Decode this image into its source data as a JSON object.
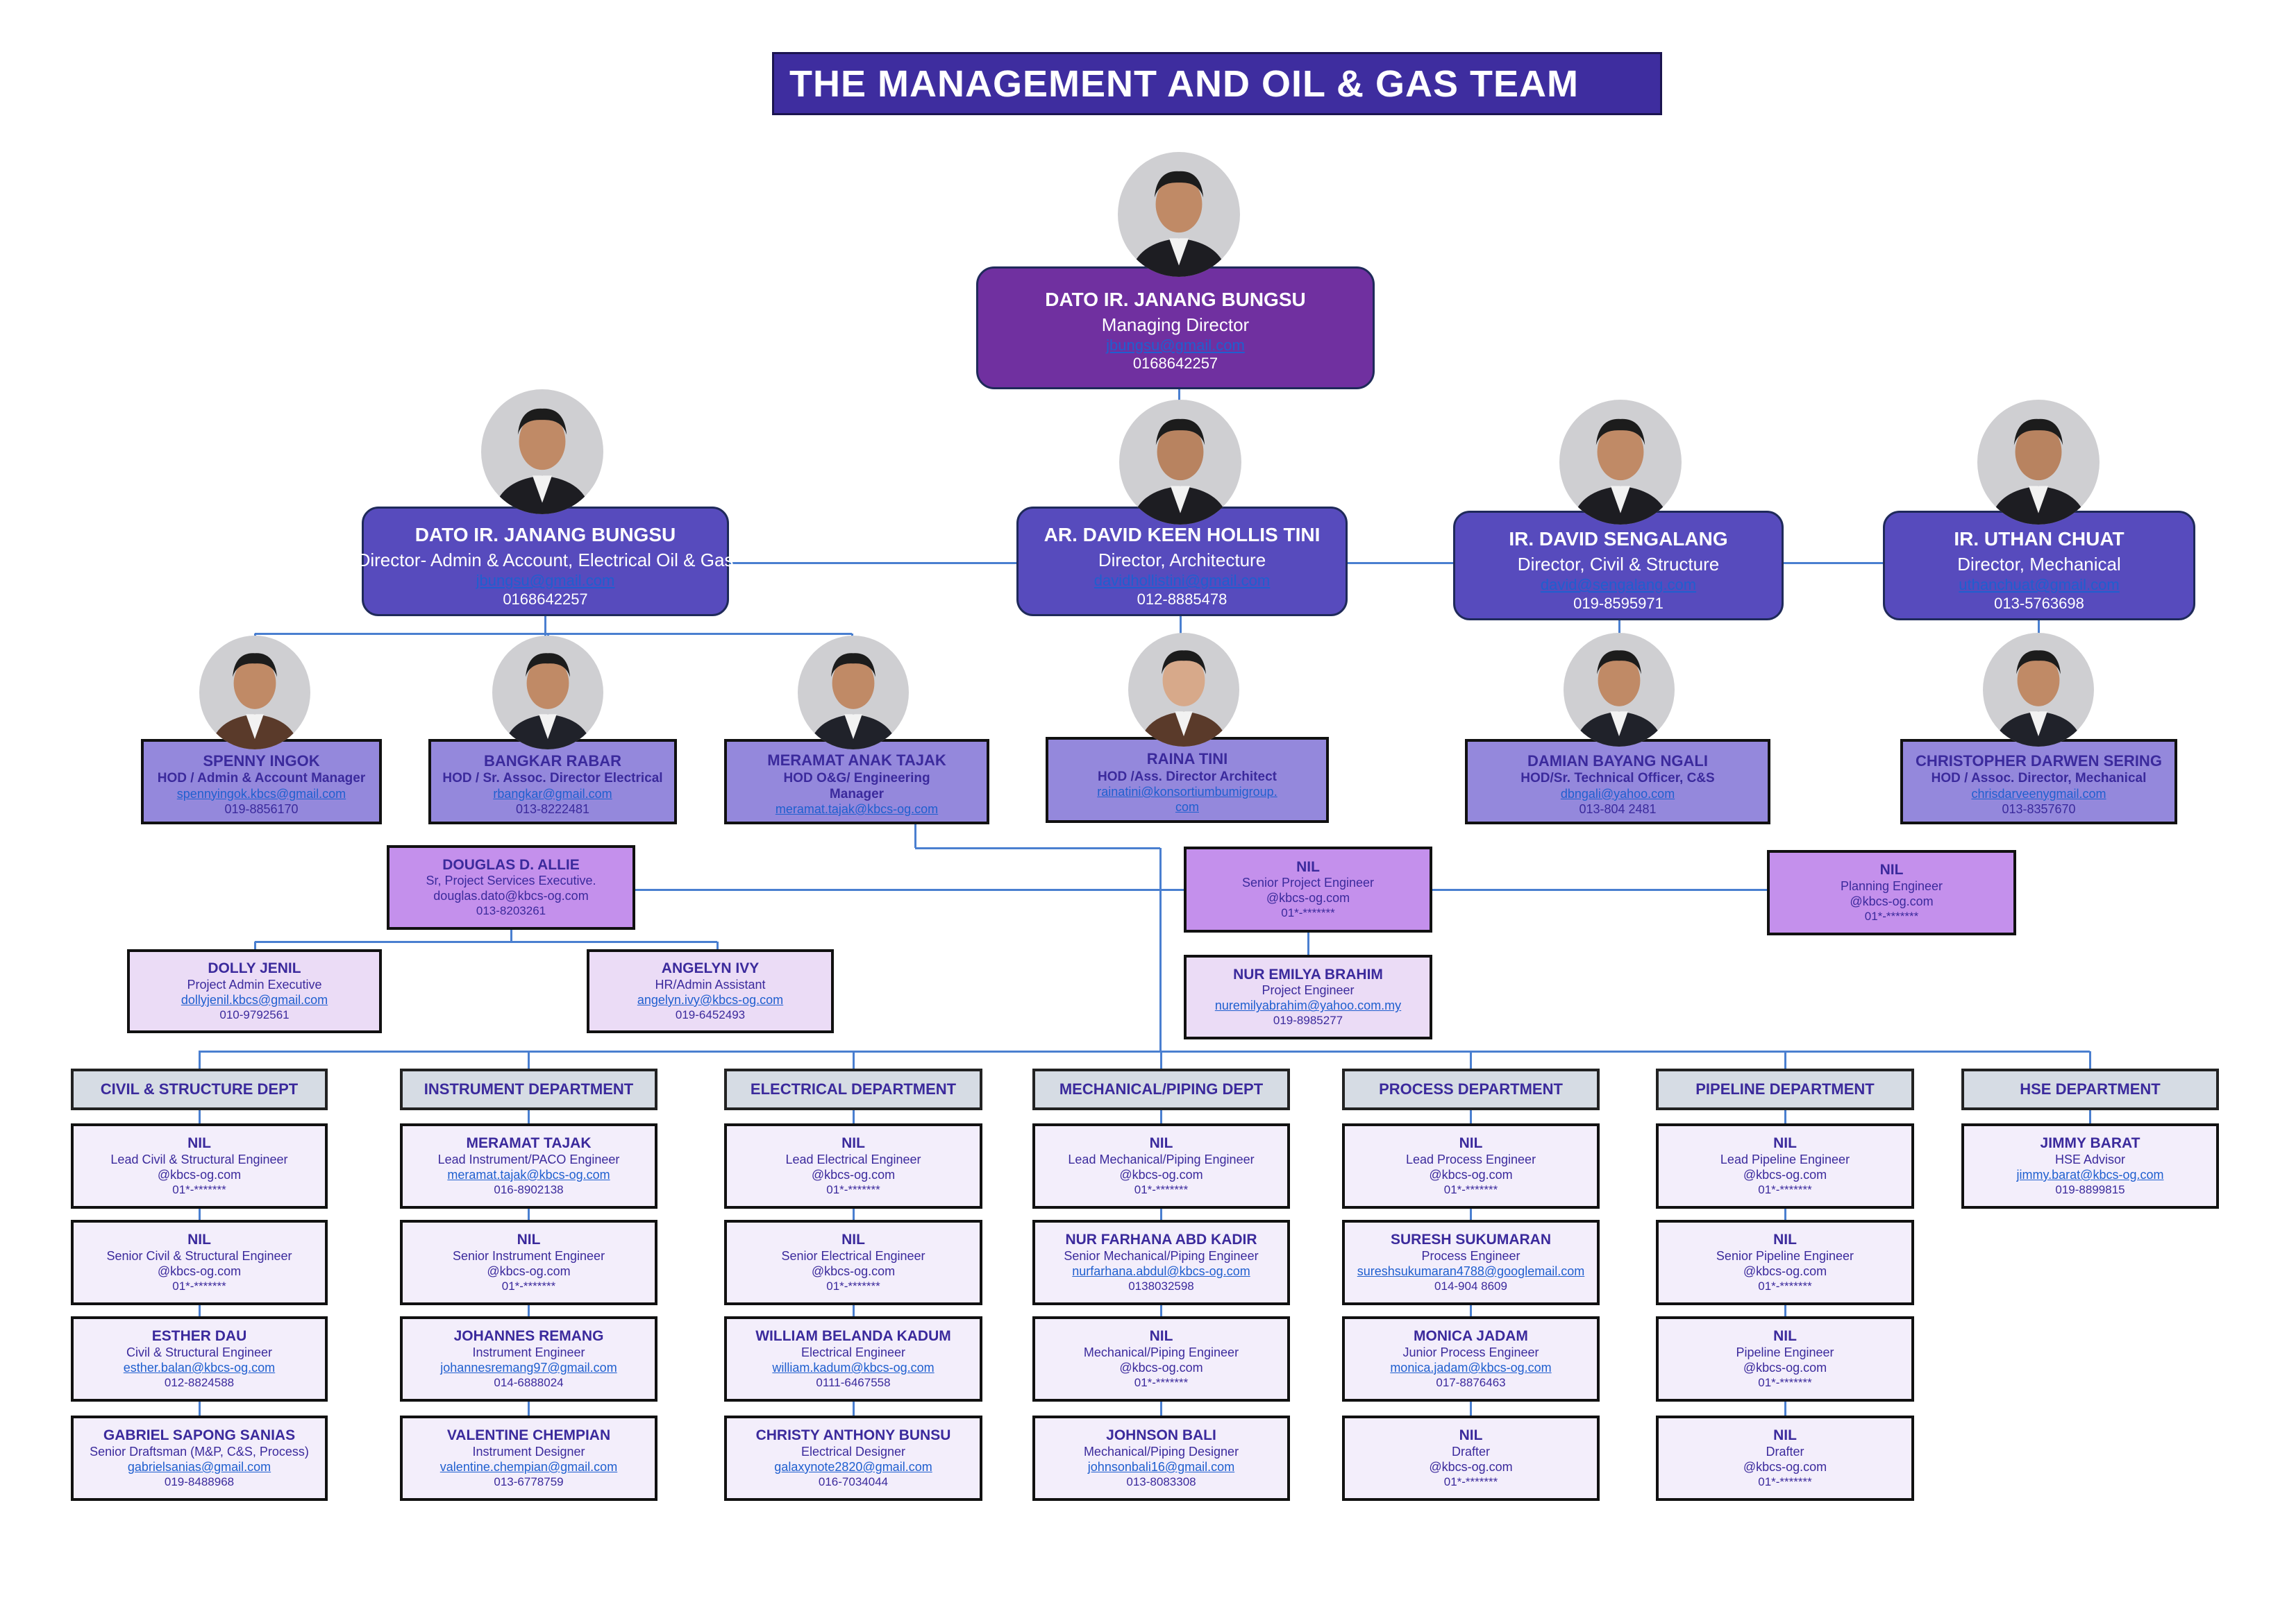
{
  "title": "THE MANAGEMENT AND OIL & GAS TEAM",
  "managing_director": {
    "name": "DATO IR. JANANG BUNGSU",
    "role": "Managing Director",
    "email": "jbungsu@gmail.com",
    "phone": "0168642257"
  },
  "directors": [
    {
      "name": "DATO IR. JANANG BUNGSU",
      "role": "Director- Admin & Account, Electrical Oil & Gas",
      "email": "jbungsu@gmail.com",
      "phone": "0168642257"
    },
    {
      "name": "AR. DAVID KEEN HOLLIS TINI",
      "role": "Director,  Architecture",
      "email": "davidhollistini@gmail.com",
      "phone": "012-8885478"
    },
    {
      "name": "IR. DAVID SENGALANG",
      "role": "Director,  Civil & Structure",
      "email": "david@sengalang.com",
      "phone": "019-8595971"
    },
    {
      "name": "IR. UTHAN CHUAT",
      "role": "Director,  Mechanical",
      "email": "uthanchuat@gmail.com",
      "phone": "013-5763698"
    }
  ],
  "hods": [
    {
      "name": "SPENNY INGOK",
      "role": "HOD / Admin & Account Manager",
      "email": "spennyingok.kbcs@gmail.com",
      "phone": "019-8856170"
    },
    {
      "name": "BANGKAR RABAR",
      "role": "HOD / Sr. Assoc. Director Electrical",
      "email": "rbangkar@gmail.com",
      "phone": "013-8222481"
    },
    {
      "name": "MERAMAT ANAK TAJAK",
      "role": "HOD O&G/ Engineering",
      "role2": "Manager",
      "email": "meramat.tajak@kbcs-og.com"
    },
    {
      "name": "RAINA TINI",
      "role": "HOD /Ass. Director Architect",
      "email": "rainatini@konsortiumbumigroup.",
      "email2": "com"
    },
    {
      "name": "DAMIAN BAYANG NGALI",
      "role": "HOD/Sr. Technical Officer, C&S",
      "email": "dbngali@yahoo.com",
      "phone": "013-804 2481"
    },
    {
      "name": "CHRISTOPHER DARWEN SERING",
      "role": "HOD / Assoc. Director, Mechanical",
      "email": "chrisdarveenygmail.com",
      "phone": "013-8357670"
    }
  ],
  "project_services": {
    "name": "DOUGLAS D. ALLIE",
    "role": "Sr, Project Services Executive.",
    "email": "douglas.dato@kbcs-og.com",
    "phone": "013-8203261"
  },
  "admin_staff": [
    {
      "name": "DOLLY JENIL",
      "role": "Project Admin Executive",
      "email": "dollyjenil.kbcs@gmail.com",
      "phone": "010-9792561"
    },
    {
      "name": "ANGELYN IVY",
      "role": "HR/Admin Assistant",
      "email": "angelyn.ivy@kbcs-og.com",
      "phone": "019-6452493"
    }
  ],
  "project_team": [
    {
      "name": "NIL",
      "role": "Senior Project Engineer",
      "email": "@kbcs-og.com",
      "phone": "01*-*******"
    },
    {
      "name": "NUR EMILYA BRAHIM",
      "role": "Project Engineer",
      "email": "nuremilyabrahim@yahoo.com.my",
      "phone": "019-8985277"
    },
    {
      "name": "NIL",
      "role": "Planning Engineer",
      "email": "@kbcs-og.com",
      "phone": "01*-*******"
    }
  ],
  "departments": [
    {
      "name": "CIVIL & STRUCTURE DEPT",
      "members": [
        {
          "name": "NIL",
          "role": "Lead Civil & Structural Engineer",
          "email": "@kbcs-og.com",
          "phone": "01*-*******"
        },
        {
          "name": "NIL",
          "role": "Senior Civil & Structural Engineer",
          "email": "@kbcs-og.com",
          "phone": "01*-*******"
        },
        {
          "name": "ESTHER DAU",
          "role": "Civil & Structural Engineer",
          "email": "esther.balan@kbcs-og.com",
          "phone": "012-8824588"
        },
        {
          "name": "GABRIEL SAPONG SANIAS",
          "role": "Senior Draftsman (M&P, C&S, Process)",
          "email": "gabrielsanias@gmail.com",
          "phone": "019-8488968"
        }
      ]
    },
    {
      "name": "INSTRUMENT DEPARTMENT",
      "members": [
        {
          "name": "MERAMAT TAJAK",
          "role": "Lead Instrument/PACO Engineer",
          "email": "meramat.tajak@kbcs-og.com",
          "phone": "016-8902138"
        },
        {
          "name": "NIL",
          "role": "Senior Instrument Engineer",
          "email": "@kbcs-og.com",
          "phone": "01*-*******"
        },
        {
          "name": "JOHANNES REMANG",
          "role": "Instrument Engineer",
          "email": "johannesremang97@gmail.com",
          "phone": "014-6888024"
        },
        {
          "name": "VALENTINE CHEMPIAN",
          "role": "Instrument Designer",
          "email": "valentine.chempian@gmail.com",
          "phone": "013-6778759"
        }
      ]
    },
    {
      "name": "ELECTRICAL DEPARTMENT",
      "members": [
        {
          "name": "NIL",
          "role": "Lead Electrical Engineer",
          "email": "@kbcs-og.com",
          "phone": "01*-*******"
        },
        {
          "name": "NIL",
          "role": "Senior Electrical Engineer",
          "email": "@kbcs-og.com",
          "phone": "01*-*******"
        },
        {
          "name": "WILLIAM BELANDA KADUM",
          "role": "Electrical Engineer",
          "email": "william.kadum@kbcs-og.com",
          "phone": "0111-6467558"
        },
        {
          "name": "CHRISTY ANTHONY BUNSU",
          "role": "Electrical Designer",
          "email": "galaxynote2820@gmail.com",
          "phone": "016-7034044"
        }
      ]
    },
    {
      "name": "MECHANICAL/PIPING DEPT",
      "members": [
        {
          "name": "NIL",
          "role": "Lead Mechanical/Piping Engineer",
          "email": "@kbcs-og.com",
          "phone": "01*-*******"
        },
        {
          "name": "NUR FARHANA ABD KADIR",
          "role": "Senior Mechanical/Piping Engineer",
          "email": "nurfarhana.abdul@kbcs-og.com",
          "phone": "0138032598"
        },
        {
          "name": "NIL",
          "role": "Mechanical/Piping Engineer",
          "email": "@kbcs-og.com",
          "phone": "01*-*******"
        },
        {
          "name": "JOHNSON BALI",
          "role": "Mechanical/Piping Designer",
          "email": "johnsonbali16@gmail.com",
          "phone": "013-8083308"
        }
      ]
    },
    {
      "name": "PROCESS DEPARTMENT",
      "members": [
        {
          "name": "NIL",
          "role": "Lead Process Engineer",
          "email": "@kbcs-og.com",
          "phone": "01*-*******"
        },
        {
          "name": "SURESH SUKUMARAN",
          "role": "Process Engineer",
          "email": "sureshsukumaran4788@googlemail.com",
          "phone": "014-904 8609"
        },
        {
          "name": "MONICA JADAM",
          "role": "Junior Process Engineer",
          "email": "monica.jadam@kbcs-og.com",
          "phone": "017-8876463"
        },
        {
          "name": "NIL",
          "role": "Drafter",
          "email": "@kbcs-og.com",
          "phone": "01*-*******"
        }
      ]
    },
    {
      "name": "PIPELINE DEPARTMENT",
      "members": [
        {
          "name": "NIL",
          "role": "Lead Pipeline Engineer",
          "email": "@kbcs-og.com",
          "phone": "01*-*******"
        },
        {
          "name": "NIL",
          "role": "Senior Pipeline Engineer",
          "email": "@kbcs-og.com",
          "phone": "01*-*******"
        },
        {
          "name": "NIL",
          "role": "Pipeline Engineer",
          "email": "@kbcs-og.com",
          "phone": "01*-*******"
        },
        {
          "name": "NIL",
          "role": "Drafter",
          "email": "@kbcs-og.com",
          "phone": "01*-*******"
        }
      ]
    },
    {
      "name": "HSE DEPARTMENT",
      "members": [
        {
          "name": "JIMMY BARAT",
          "role": "HSE Advisor",
          "email": "jimmy.barat@kbcs-og.com",
          "phone": "019-8899815"
        }
      ]
    }
  ],
  "colors": {
    "title": "#3e2d9f",
    "managing_director": "#7030a0",
    "director": "#574bbd",
    "hod": "#9488dc",
    "connector": "#4a7fd0",
    "text": "#3b2a9c",
    "link": "#1f5fcf"
  }
}
